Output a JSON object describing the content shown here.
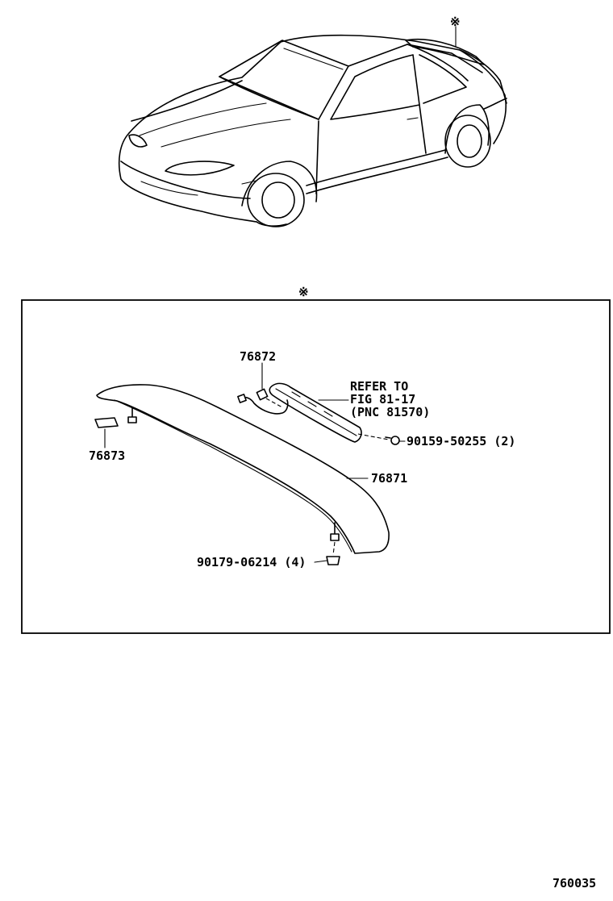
{
  "diagram": {
    "marker_symbol": "※",
    "callouts": {
      "spoiler_cover": "76871",
      "lamp_bracket": "76872",
      "pad": "76873",
      "screw": "90159-50255 (2)",
      "nut": "90179-06214 (4)"
    },
    "refer_note": {
      "line1": "REFER TO",
      "line2": "FIG 81-17",
      "line3": "(PNC 81570)"
    },
    "figure_number": "760035"
  }
}
